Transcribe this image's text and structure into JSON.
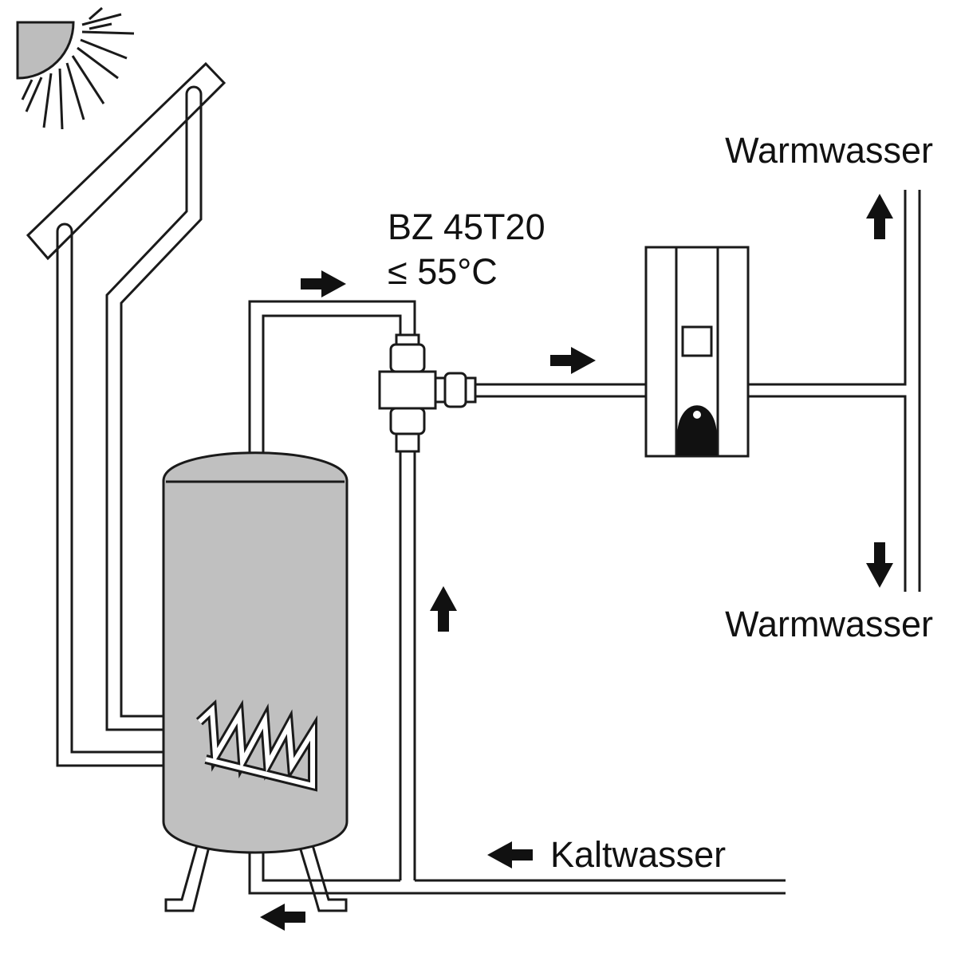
{
  "colors": {
    "line": "#1a1a1a",
    "tank_fill": "#c0c0c0",
    "sun_fill": "#bdbdbd",
    "background": "#ffffff"
  },
  "labels": {
    "valve_model": "BZ 45T20",
    "valve_limit": "≤ 55°C",
    "warmwasser_top": "Warmwasser",
    "warmwasser_bottom": "Warmwasser",
    "kaltwasser": "Kaltwasser"
  }
}
